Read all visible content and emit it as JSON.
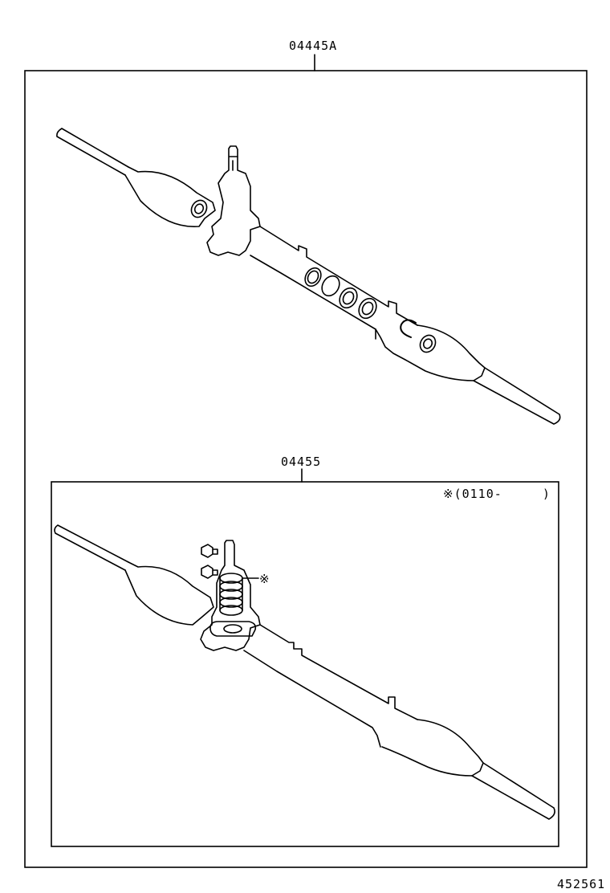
{
  "diagram": {
    "kit_upper": {
      "part_no": "04445A"
    },
    "kit_lower": {
      "part_no": "04455",
      "date_note": "※(0110-     )",
      "callout_mark": "※"
    },
    "figure_no": "452561"
  }
}
